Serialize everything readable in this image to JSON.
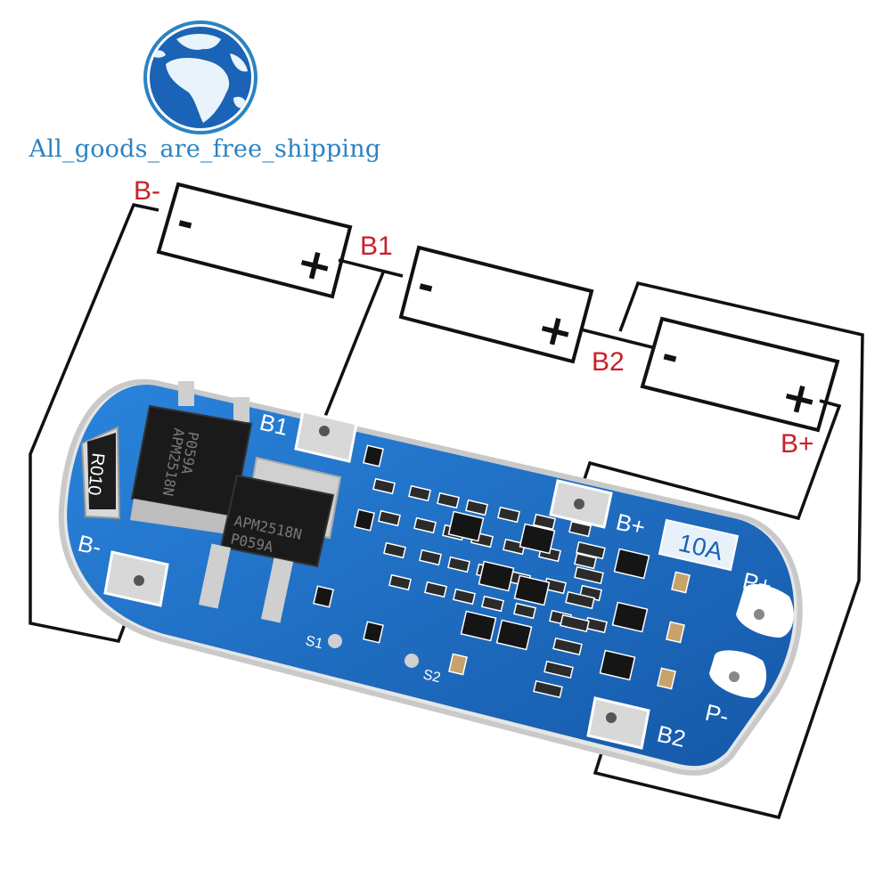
{
  "brand": {
    "text": "All_goods_are_free_shipping",
    "accent": "#2a83c4"
  },
  "diagram": {
    "labels": {
      "b_minus": "B-",
      "b1": "B1",
      "b2": "B2",
      "b_plus": "B+"
    },
    "cell_signs": {
      "minus": "-",
      "plus": "+"
    },
    "label_color": "#c8202a"
  },
  "board": {
    "color": "#1f6fc6",
    "rating": "10A",
    "pads": {
      "b_minus": "B-",
      "b1": "B1",
      "b_plus": "B+",
      "b2": "B2",
      "p_plus": "P+",
      "p_minus": "P-"
    },
    "tests": {
      "s1": "S1",
      "s2": "S2"
    },
    "shunt": "R010",
    "mosfet_text": {
      "line1": "APM2518N",
      "line2": "P059A"
    }
  }
}
